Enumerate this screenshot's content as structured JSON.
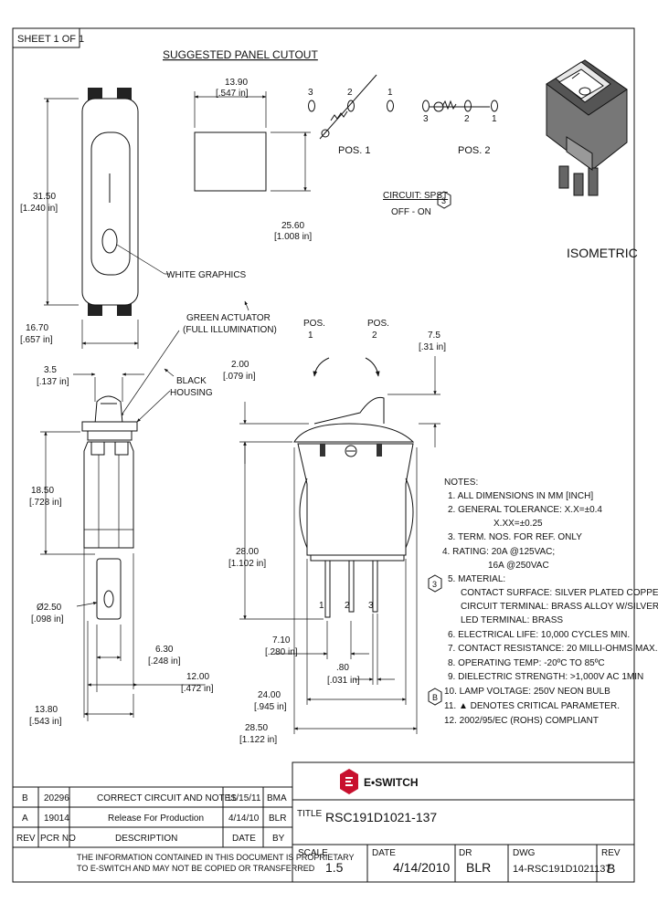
{
  "sheet": "SHEET 1 OF 1",
  "cutout": {
    "title": "SUGGESTED PANEL CUTOUT",
    "width_mm": "13.90",
    "width_in": "[.547 in]",
    "height_mm": "25.60",
    "height_in": "[1.008 in]"
  },
  "front": {
    "height_mm": "31.50",
    "height_in": "[1.240 in]",
    "width_mm": "16.70",
    "width_in": "[.657 in]",
    "graphics_label": "WHITE GRAPHICS"
  },
  "circuit_positions": {
    "pos1_label": "POS. 1",
    "pos2_label": "POS. 2",
    "terminals": [
      "3",
      "2",
      "1"
    ],
    "circuit_label": "CIRCUIT: SPST",
    "circuit_value": "OFF - ON",
    "circuit_note_ref": "3"
  },
  "isometric_label": "ISOMETRIC",
  "side": {
    "actuator_label": "GREEN ACTUATOR",
    "actuator_sub": "(FULL ILLUMINATION)",
    "housing_label_1": "BLACK",
    "housing_label_2": "HOUSING",
    "d1_mm": "3.5",
    "d1_in": "[.137 in]",
    "d2_mm": "18.50",
    "d2_in": "[.728 in]",
    "hole_mm": "Ø2.50",
    "hole_in": "[.098 in]",
    "d3_mm": "6.30",
    "d3_in": "[.248 in]",
    "d4_mm": "12.00",
    "d4_in": "[.472 in]",
    "d5_mm": "13.80",
    "d5_in": "[.543 in]"
  },
  "main": {
    "pos1": "POS.",
    "pos1_num": "1",
    "pos2": "POS.",
    "pos2_num": "2",
    "rock_mm": "7.5",
    "rock_in": "[.31 in]",
    "top_mm": "2.00",
    "top_in": "[.079 in]",
    "height_mm": "28.00",
    "height_in": "[1.102 in]",
    "term_mm": "7.10",
    "term_in": "[.280 in]",
    "thick_mm": ".80",
    "thick_in": "[.031 in]",
    "body_mm": "24.00",
    "body_in": "[.945 in]",
    "flange_mm": "28.50",
    "flange_in": "[1.122 in]",
    "terminals": [
      "1",
      "2",
      "3"
    ]
  },
  "notes": {
    "title": "NOTES:",
    "lines": [
      "1. ALL DIMENSIONS IN MM [INCH]",
      "2. GENERAL TOLERANCE: X.X=±0.4",
      "X.XX=±0.25",
      "3. TERM. NOS. FOR REF. ONLY",
      "4. RATING: 20A @125VAC;",
      "16A @250VAC",
      "5. MATERIAL:",
      "CONTACT SURFACE: SILVER PLATED COPPER",
      "CIRCUIT TERMINAL: BRASS ALLOY W/SILVER PLATE",
      "LED TERMINAL: BRASS",
      "6. ELECTRICAL LIFE: 10,000 CYCLES MIN.",
      "7. CONTACT RESISTANCE: 20 MILLI-OHMS MAX.",
      "8. OPERATING TEMP: -20ºC TO 85ºC",
      "9. DIELECTRIC STRENGTH: >1,000V AC 1MIN",
      "10. LAMP VOLTAGE: 250V NEON BULB",
      "11. ▲ DENOTES CRITICAL PARAMETER.",
      "12. 2002/95/EC (ROHS) COMPLIANT"
    ],
    "marker_5": "3",
    "marker_10": "B"
  },
  "title_block": {
    "brand": "E•SWITCH",
    "title_label": "TITLE",
    "title_value": "RSC191D1021-137",
    "scale_label": "SCALE",
    "scale_value": "1.5",
    "date_label": "DATE",
    "date_value": "4/14/2010",
    "dr_label": "DR",
    "dr_value": "BLR",
    "dwg_label": "DWG",
    "dwg_value": "14-RSC191D1021137",
    "rev_label": "REV",
    "rev_value": "B"
  },
  "revisions": {
    "headers": [
      "REV",
      "PCR NO",
      "DESCRIPTION",
      "DATE",
      "BY"
    ],
    "rows": [
      [
        "B",
        "20296",
        "CORRECT CIRCUIT AND NOTES",
        "11/15/11",
        "BMA"
      ],
      [
        "A",
        "19014",
        "Release For Production",
        "4/14/10",
        "BLR"
      ]
    ],
    "proprietary_1": "THE INFORMATION CONTAINED IN THIS DOCUMENT IS PROPRIETARY",
    "proprietary_2": "TO E-SWITCH AND MAY NOT BE COPIED OR TRANSFERRED"
  },
  "colors": {
    "line": "#111111",
    "brand_red": "#c8102e",
    "paper": "#ffffff"
  }
}
